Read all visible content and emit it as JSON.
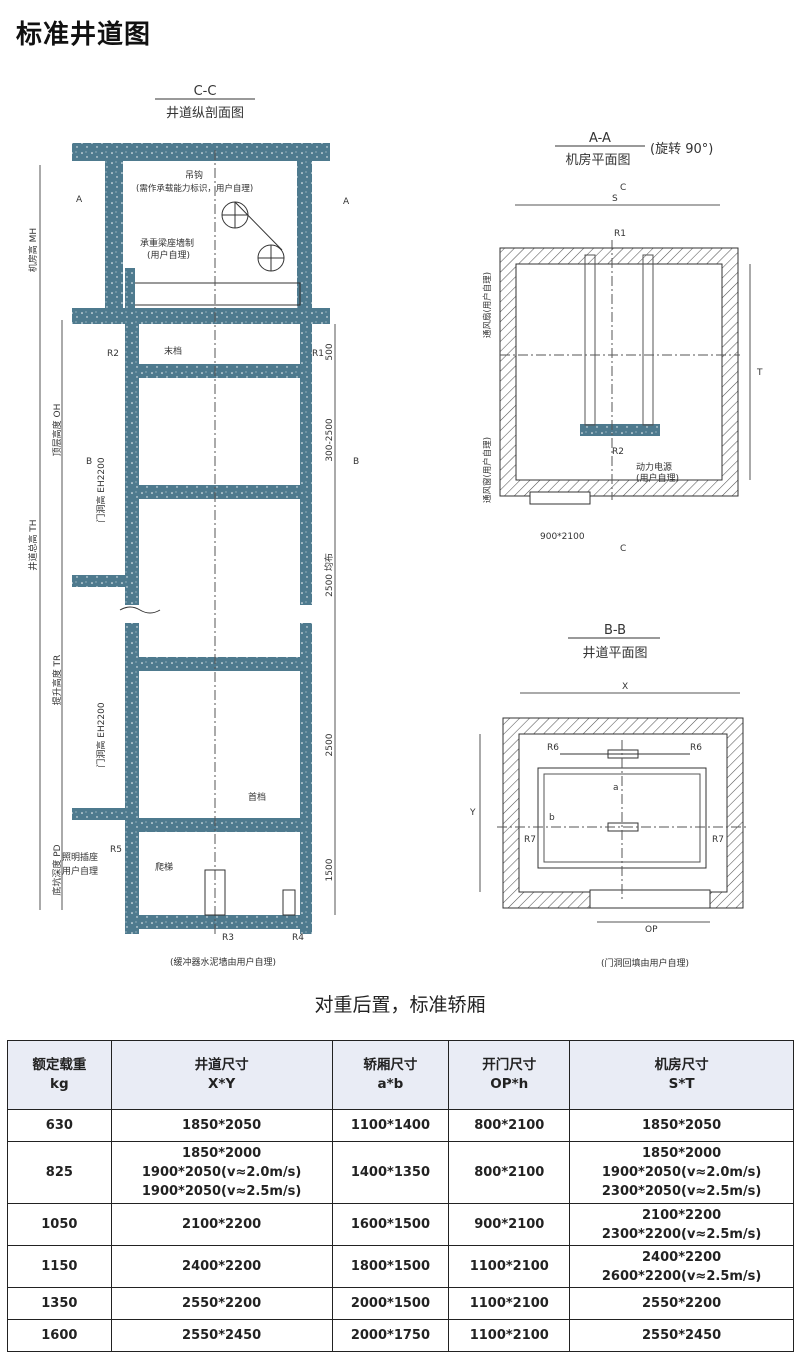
{
  "page": {
    "title": "标准井道图"
  },
  "section_cc": {
    "code": "C-C",
    "name": "井道纵剖面图",
    "labels": {
      "hook": "吊钩",
      "hook_note": "(需作承载能力标识，用户自理)",
      "beam": "承重梁座墙制",
      "beam_note": "(用户自理)",
      "top_stop": "末档",
      "bottom_stop": "首档",
      "light": "照明插座",
      "light_note": "用户自理",
      "ladder": "爬梯",
      "buffer_note": "(缓冲器水泥墙由用户自理)",
      "mh": "机房高 MH",
      "oh": "顶层高度 OH",
      "th": "井道总高 TH",
      "tr": "提升高度 TR",
      "pd": "底坑深度 PD",
      "door1": "门洞高 EH2200",
      "door2": "门洞高 EH2200",
      "dim500": "500",
      "dim300": "300-2500",
      "dim2500a": "2500 均布",
      "dim2500b": "2500",
      "dim1500": "1500",
      "cut_a": "A",
      "cut_b": "B",
      "r1": "R1",
      "r2": "R2",
      "r3": "R3",
      "r4": "R4",
      "r5": "R5"
    }
  },
  "section_aa": {
    "code": "A-A",
    "name": "机房平面图",
    "rotation": "(旋转 90°)",
    "labels": {
      "s": "S",
      "t": "T",
      "c": "C",
      "r1": "R1",
      "r2": "R2",
      "vent1": "通风扇(用户自理)",
      "vent2": "通风窗(用户自理)",
      "power": "动力电源",
      "power_note": "(用户自理)",
      "door": "900*2100"
    }
  },
  "section_bb": {
    "code": "B-B",
    "name": "井道平面图",
    "labels": {
      "x": "X",
      "y": "Y",
      "a": "a",
      "b": "b",
      "op": "OP",
      "r6": "R6",
      "r7": "R7",
      "note": "(门洞回填由用户自理)"
    }
  },
  "caption": "对重后置，标准轿厢",
  "table": {
    "headers": [
      [
        "额定载重",
        "kg"
      ],
      [
        "井道尺寸",
        "X*Y"
      ],
      [
        "轿厢尺寸",
        "a*b"
      ],
      [
        "开门尺寸",
        "OP*h"
      ],
      [
        "机房尺寸",
        "S*T"
      ]
    ],
    "rows": [
      [
        [
          "630"
        ],
        [
          "1850*2050"
        ],
        [
          "1100*1400"
        ],
        [
          "800*2100"
        ],
        [
          "1850*2050"
        ]
      ],
      [
        [
          "825"
        ],
        [
          "1850*2000",
          "1900*2050(v≈2.0m/s)",
          "1900*2050(v≈2.5m/s)"
        ],
        [
          "1400*1350"
        ],
        [
          "800*2100"
        ],
        [
          "1850*2000",
          "1900*2050(v≈2.0m/s)",
          "2300*2050(v≈2.5m/s)"
        ]
      ],
      [
        [
          "1050"
        ],
        [
          "2100*2200"
        ],
        [
          "1600*1500"
        ],
        [
          "900*2100"
        ],
        [
          "2100*2200",
          "2300*2200(v≈2.5m/s)"
        ]
      ],
      [
        [
          "1150"
        ],
        [
          "2400*2200"
        ],
        [
          "1800*1500"
        ],
        [
          "1100*2100"
        ],
        [
          "2400*2200",
          "2600*2200(v≈2.5m/s)"
        ]
      ],
      [
        [
          "1350"
        ],
        [
          "2550*2200"
        ],
        [
          "2000*1500"
        ],
        [
          "1100*2100"
        ],
        [
          "2550*2200"
        ]
      ],
      [
        [
          "1600"
        ],
        [
          "2550*2450"
        ],
        [
          "2000*1750"
        ],
        [
          "1100*2100"
        ],
        [
          "2550*2450"
        ]
      ]
    ]
  },
  "colors": {
    "concrete": "#4e7a8e",
    "hatch": "#555555",
    "line": "#333333"
  }
}
